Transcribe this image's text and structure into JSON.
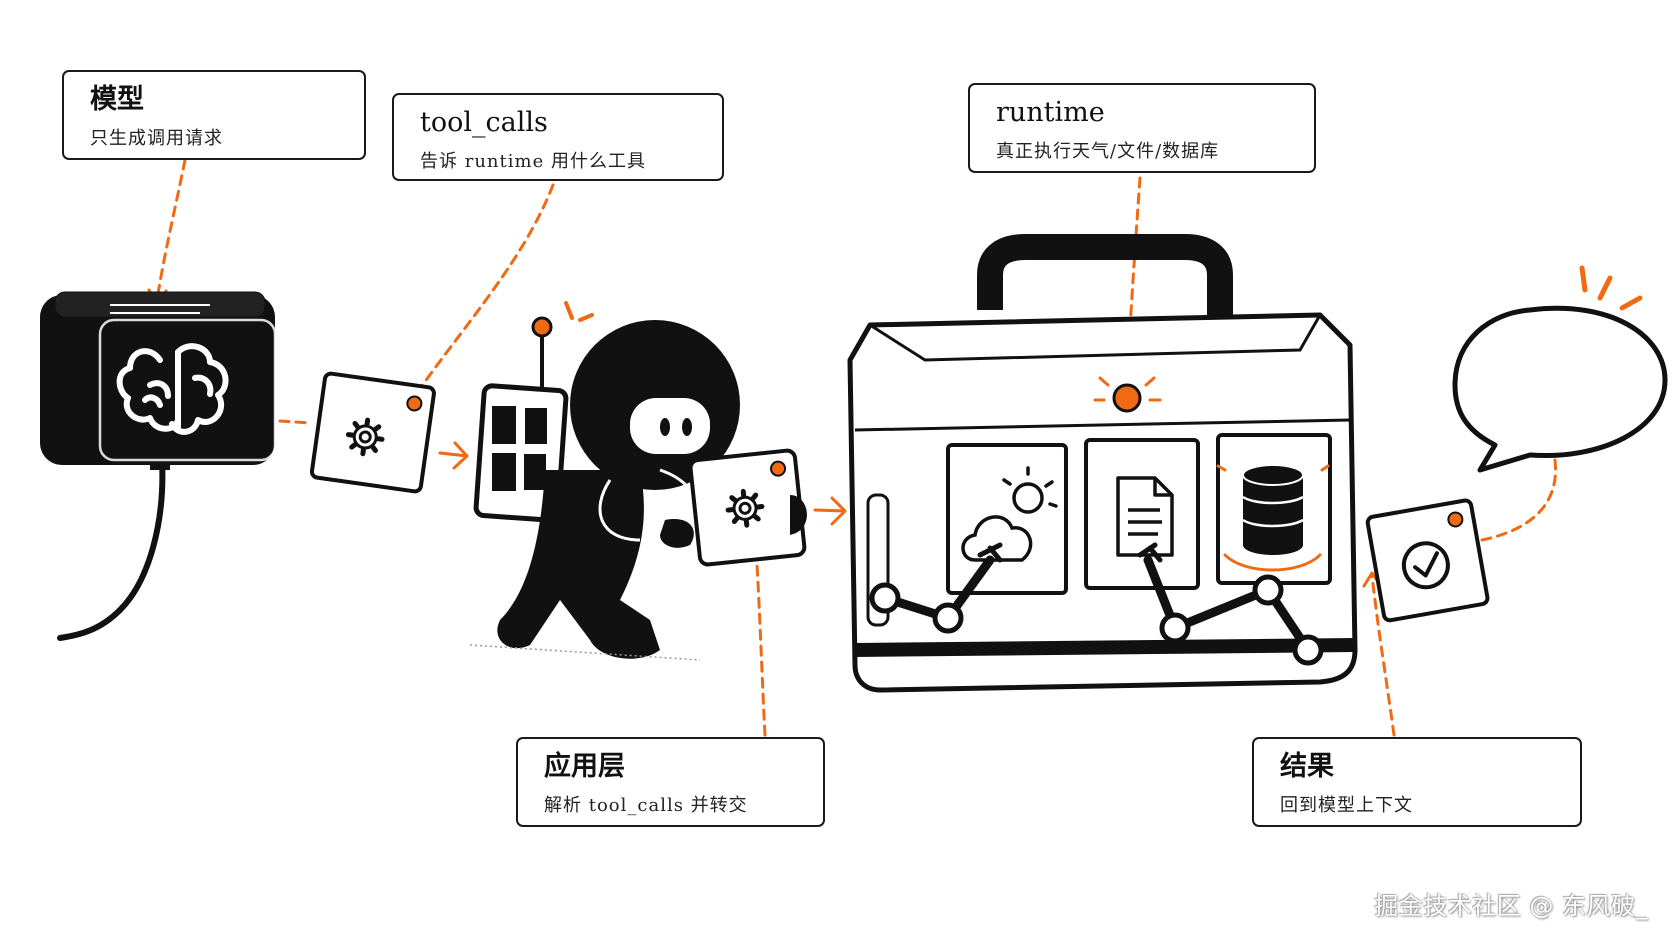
{
  "colors": {
    "ink": "#111111",
    "accent": "#f06a14",
    "paper": "#ffffff"
  },
  "callouts": {
    "model": {
      "title": "模型",
      "subtitle": "只生成调用请求"
    },
    "tool_calls": {
      "title": "tool_calls",
      "subtitle": "告诉 runtime 用什么工具"
    },
    "runtime": {
      "title": "runtime",
      "subtitle": "真正执行天气/文件/数据库"
    },
    "app_layer": {
      "title": "应用层",
      "subtitle": "解析 tool_calls 并转交"
    },
    "result": {
      "title": "结果",
      "subtitle": "回到模型上下文"
    }
  },
  "icons": {
    "model": "brain-icon",
    "call_card": "gear-icon",
    "robot_card": "gear-icon",
    "panel_1": "weather-cloud-sun-icon",
    "panel_2": "document-icon",
    "panel_3": "database-icon",
    "result_card": "checkmark-icon",
    "speech": "speech-bubble-icon"
  },
  "watermark": "掘金技术社区 @ 东风破_"
}
